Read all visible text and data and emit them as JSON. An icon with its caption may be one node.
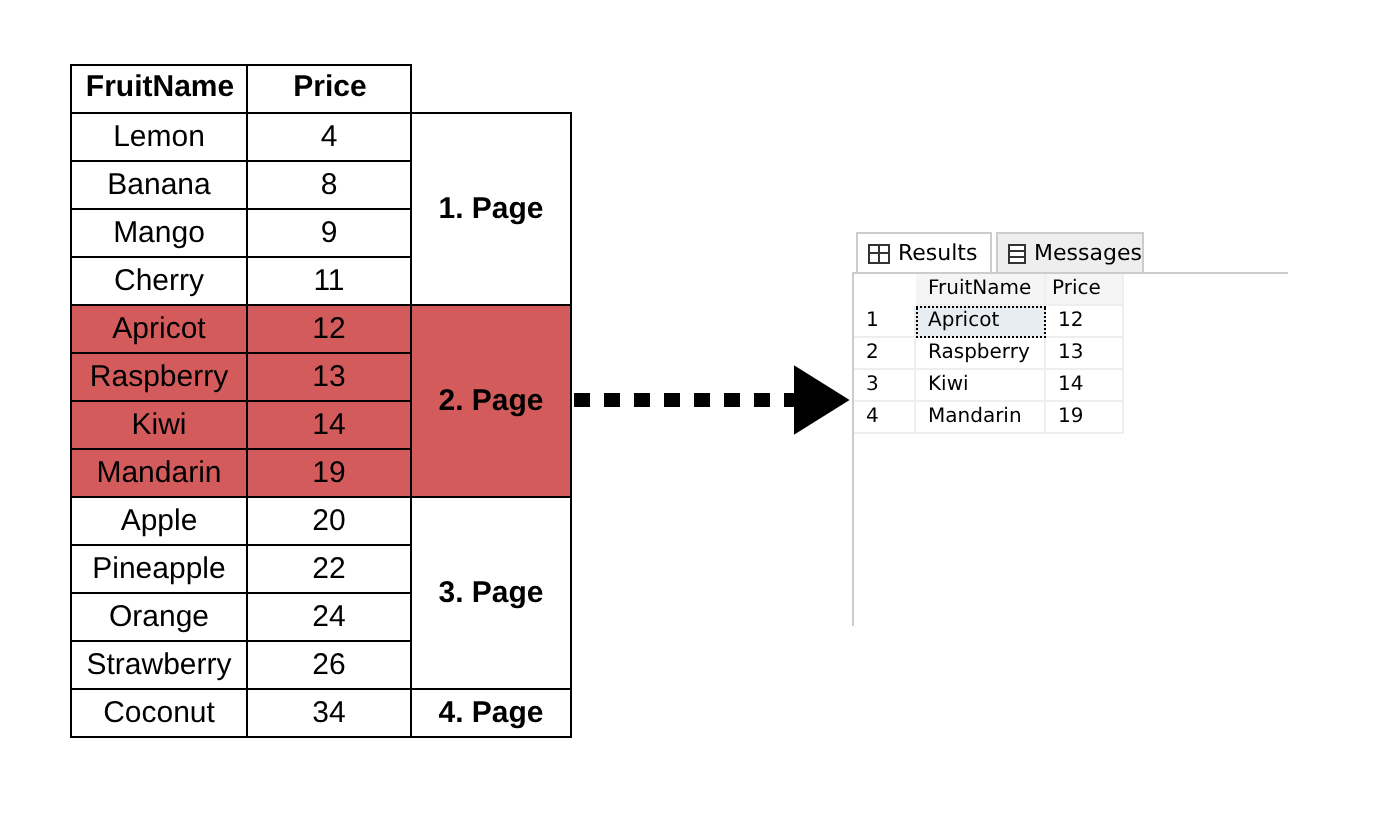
{
  "diagram": {
    "nodes": [
      {
        "text": [
          "1. Page"
        ]
      },
      {
        "text": [
          "2. Page"
        ]
      },
      {
        "text": [
          "3. Page"
        ]
      },
      {
        "text": [
          "4. Page"
        ]
      },
      {
        "text": [
          "Results",
          "Messages"
        ]
      }
    ],
    "edges": [
      {
        "from": 1,
        "to": 4,
        "arrow": "to",
        "style": "dashed"
      }
    ],
    "labels": [
      "FruitName",
      "Price",
      "Lemon",
      "4",
      "Banana",
      "8",
      "Mango",
      "9",
      "Cherry",
      "11",
      "Apricot",
      "12",
      "Raspberry",
      "13",
      "Kiwi",
      "14",
      "Mandarin",
      "19",
      "Apple",
      "20",
      "Pineapple",
      "22",
      "Orange",
      "24",
      "Strawberry",
      "26",
      "Coconut",
      "34",
      "FruitName",
      "Price",
      "1",
      "Apricot",
      "12",
      "2",
      "Raspberry",
      "13",
      "3",
      "Kiwi",
      "14",
      "4",
      "Mandarin",
      "19"
    ]
  }
}
